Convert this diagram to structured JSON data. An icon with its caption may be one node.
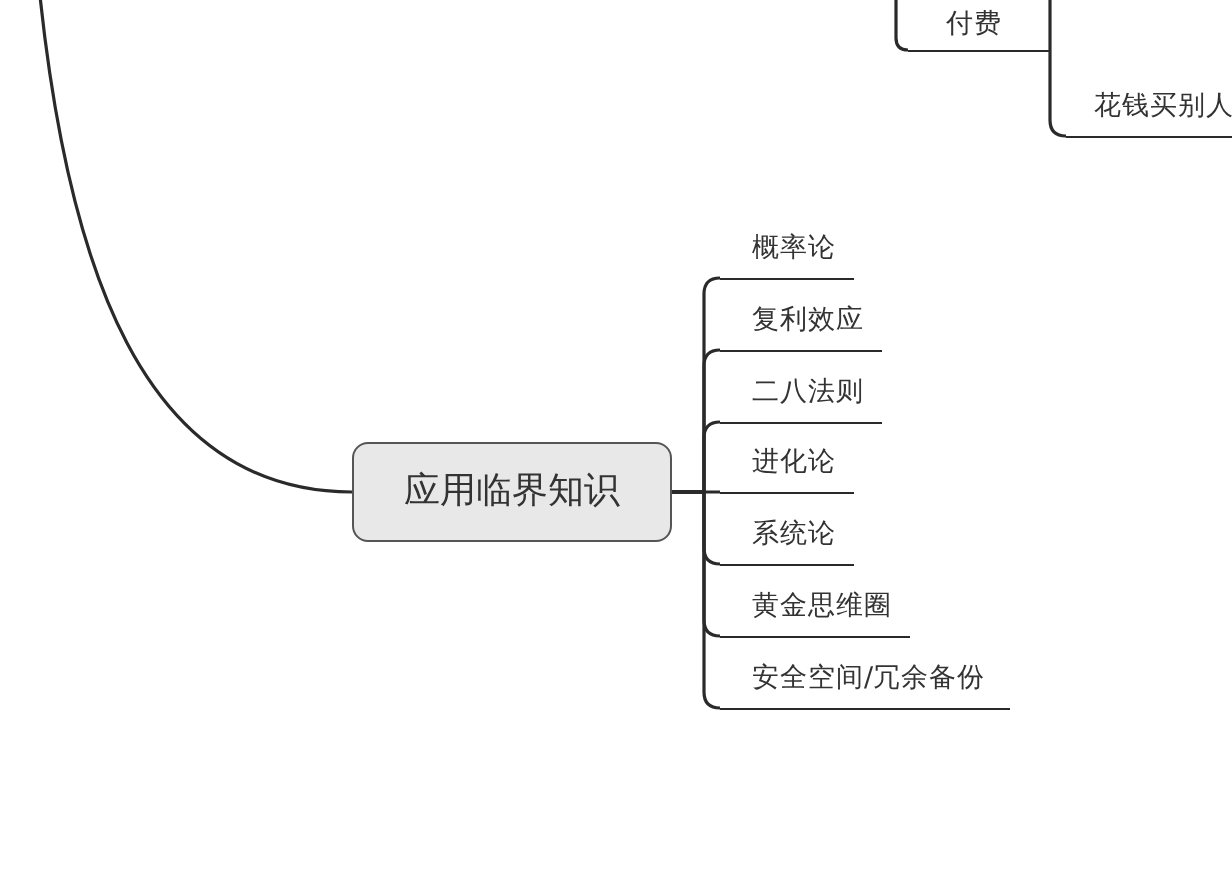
{
  "diagram": {
    "nodes": [
      {
        "text": [
          "付费"
        ]
      },
      {
        "text": [
          "花钱买别人"
        ]
      },
      {
        "text": [
          "应用临界知识"
        ]
      },
      {
        "text": [
          "概率论"
        ]
      },
      {
        "text": [
          "复利效应"
        ]
      },
      {
        "text": [
          "二八法则"
        ]
      },
      {
        "text": [
          "进化论"
        ]
      },
      {
        "text": [
          "系统论"
        ]
      },
      {
        "text": [
          "黄金思维圈"
        ]
      },
      {
        "text": [
          "安全空间/冗余备份"
        ]
      }
    ],
    "edges": [
      {
        "from": null,
        "to": 0,
        "arrow": "none"
      },
      {
        "from": 0,
        "to": 1,
        "arrow": "none"
      },
      {
        "from": 0,
        "to": null,
        "arrow": "none"
      },
      {
        "from": null,
        "to": 2,
        "arrow": "none"
      },
      {
        "from": 2,
        "to": 3,
        "arrow": "none"
      },
      {
        "from": 2,
        "to": 4,
        "arrow": "none"
      },
      {
        "from": 2,
        "to": 5,
        "arrow": "none"
      },
      {
        "from": 2,
        "to": 6,
        "arrow": "none"
      },
      {
        "from": 2,
        "to": 7,
        "arrow": "none"
      },
      {
        "from": 2,
        "to": 8,
        "arrow": "none"
      },
      {
        "from": 2,
        "to": 9,
        "arrow": "none"
      }
    ]
  }
}
